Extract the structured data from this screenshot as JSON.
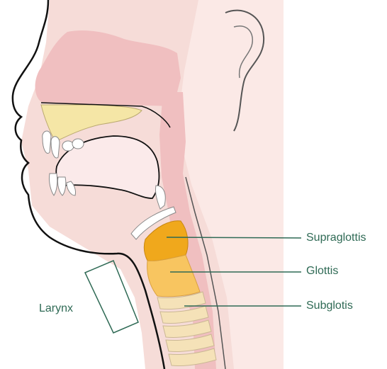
{
  "labels": {
    "supraglottis": "Supraglottis",
    "glottis": "Glottis",
    "subglottis": "Subglotis",
    "larynx": "Larynx"
  },
  "colors": {
    "skin": "#f6dcd8",
    "cavity": "#f0bfc0",
    "outline": "#111111",
    "bone": "#f5e6a6",
    "supraglottis": "#f0a81c",
    "glottis": "#f8c560",
    "trachea_ring": "#f5e2b8",
    "tooth": "#ffffff",
    "leader": "#2f6a55"
  }
}
